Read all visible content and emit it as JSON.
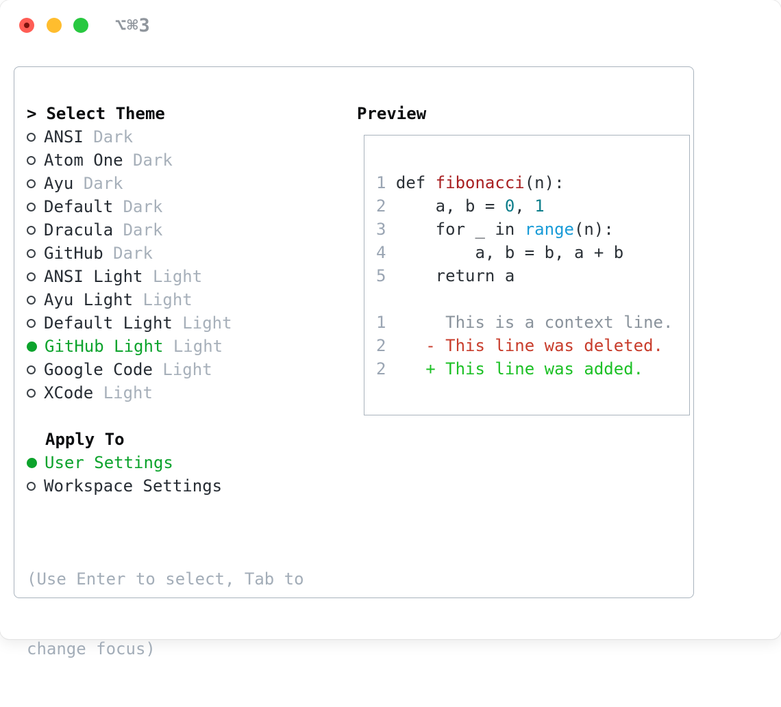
{
  "titlebar": {
    "shortcut": "⌥⌘3",
    "traffic_colors": {
      "close": "#ff5d55",
      "minimize": "#ffbd2e",
      "zoom": "#28c840"
    }
  },
  "theme_picker": {
    "cursor": ">",
    "title": "Select Theme",
    "items": [
      {
        "name": "ANSI",
        "badge": "Dark",
        "selected": false
      },
      {
        "name": "Atom One",
        "badge": "Dark",
        "selected": false
      },
      {
        "name": "Ayu",
        "badge": "Dark",
        "selected": false
      },
      {
        "name": "Default",
        "badge": "Dark",
        "selected": false
      },
      {
        "name": "Dracula",
        "badge": "Dark",
        "selected": false
      },
      {
        "name": "GitHub",
        "badge": "Dark",
        "selected": false
      },
      {
        "name": "ANSI Light",
        "badge": "Light",
        "selected": false
      },
      {
        "name": "Ayu Light",
        "badge": "Light",
        "selected": false
      },
      {
        "name": "Default Light",
        "badge": "Light",
        "selected": false
      },
      {
        "name": "GitHub Light",
        "badge": "Light",
        "selected": true
      },
      {
        "name": "Google Code",
        "badge": "Light",
        "selected": false
      },
      {
        "name": "XCode",
        "badge": "Light",
        "selected": false
      }
    ],
    "apply_to": {
      "title": "Apply To",
      "options": [
        {
          "name": "User Settings",
          "selected": true
        },
        {
          "name": "Workspace Settings",
          "selected": false
        }
      ]
    },
    "hint": {
      "line1": "(Use Enter to select, Tab to",
      "line2": "change focus)"
    }
  },
  "preview": {
    "title": "Preview",
    "code": {
      "l1": {
        "num": "1",
        "a": "def ",
        "b": "fibonacci",
        "c": "(n):"
      },
      "l2": {
        "num": "2",
        "a": "    a, b = ",
        "b": "0",
        "c": ", ",
        "d": "1"
      },
      "l3": {
        "num": "3",
        "a": "    for _ in ",
        "b": "range",
        "c": "(n):"
      },
      "l4": {
        "num": "4",
        "a": "        a, b = b, a + b"
      },
      "l5": {
        "num": "5",
        "a": "    return a"
      }
    },
    "diff": {
      "context": {
        "num": "1",
        "text": "     This is a context line."
      },
      "deleted": {
        "num": "2",
        "text": "   - This line was deleted."
      },
      "added": {
        "num": "2",
        "text": "   + This line was added."
      }
    }
  },
  "colors": {
    "selection_green": "#0ca32c",
    "added_green": "#1cc025",
    "deleted_red": "#c83c2b",
    "function_red": "#a82022",
    "number_teal": "#0e7e8b",
    "builtin_blue": "#199bd7",
    "muted_gray": "#a7b0ba",
    "border_gray": "#a9b3bd"
  }
}
